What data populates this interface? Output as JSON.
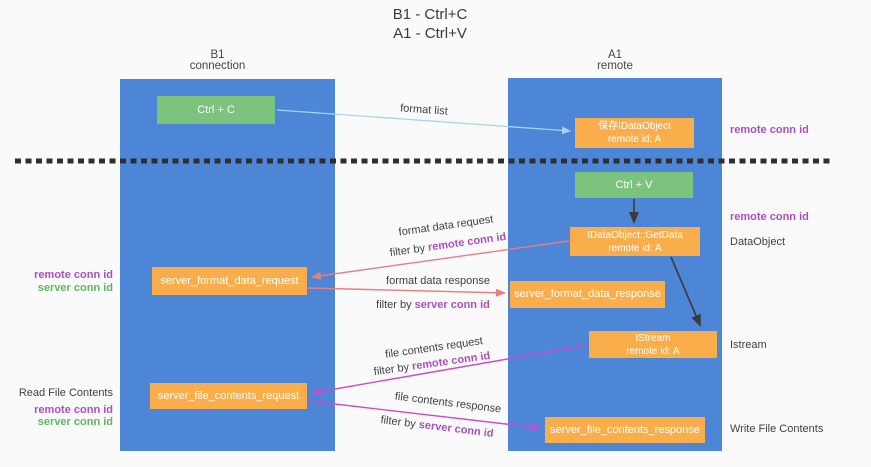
{
  "title": {
    "line1": "B1 - Ctrl+C",
    "line2": "A1 - Ctrl+V"
  },
  "columns": {
    "left": {
      "name": "B1",
      "subtitle": "connection"
    },
    "right": {
      "name": "A1",
      "subtitle": "remote"
    }
  },
  "boxes": {
    "ctrl_c": {
      "label": "Ctrl + C"
    },
    "save_idataobject": {
      "line1": "保存IDataObject",
      "line2": "remote id: A"
    },
    "ctrl_v": {
      "label": "Ctrl + V"
    },
    "getdata": {
      "line1": "IDataObject::GetData",
      "line2": "remote id: A"
    },
    "format_request": {
      "label": "server_format_data_request"
    },
    "format_response": {
      "label": "server_format_data_response"
    },
    "istream": {
      "line1": "IStream",
      "line2": "remote id: A"
    },
    "file_request": {
      "label": "server_file_contents_request"
    },
    "file_response": {
      "label": "server_file_contents_response"
    }
  },
  "side_left": {
    "remote_conn_id_1": "remote conn id",
    "server_conn_id_1": "server conn id",
    "read_file_contents": "Read File Contents",
    "remote_conn_id_2": "remote conn id",
    "server_conn_id_2": "server conn id"
  },
  "side_right": {
    "remote_conn_id_1": "remote conn id",
    "remote_conn_id_2": "remote conn id",
    "dataobject": "DataObject",
    "istream": "Istream",
    "write_file_contents": "Write File Contents"
  },
  "flow_labels": {
    "format_list": "format list",
    "format_request_line": "format data request",
    "format_request_filter": {
      "prefix": "filter by ",
      "accent": "remote conn id"
    },
    "format_response_line": "format data response",
    "format_response_filter": {
      "prefix": "filter by ",
      "accent": "server conn id"
    },
    "file_request_line": "file contents request",
    "file_request_filter": {
      "prefix": "filter by ",
      "accent": "remote conn id"
    },
    "file_response_line": "file contents response",
    "file_response_filter": {
      "prefix": "filter by ",
      "accent": "server conn id"
    }
  },
  "colors": {
    "lifeline_blue": "#4d86d7",
    "box_green": "#7cc47e",
    "box_orange": "#f9ae4b",
    "label_purple": "#aa4fc3",
    "label_green": "#5eb85e",
    "arrow_light_blue": "#a9d2ef",
    "arrow_salmon": "#e87e7e",
    "arrow_magenta": "#cc4ccb",
    "arrow_black": "#3a3a3a",
    "dashed_line": "#2f2f2f"
  }
}
